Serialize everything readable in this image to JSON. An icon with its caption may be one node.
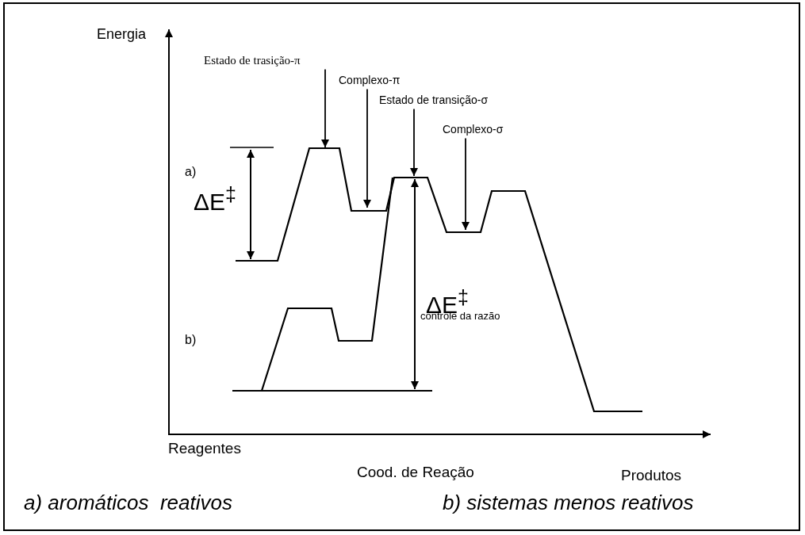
{
  "diagram": {
    "nodes": [
      {
        "text": [
          "Estado de trasição-π"
        ]
      },
      {
        "text": [
          "Complexo-π"
        ]
      },
      {
        "text": [
          "Estado de transição-σ"
        ]
      },
      {
        "text": [
          "Complexo-σ"
        ]
      }
    ],
    "edges": [
      {
        "from": 0,
        "to": null,
        "arrow": "to"
      },
      {
        "from": 1,
        "to": null,
        "arrow": "to"
      },
      {
        "from": 2,
        "to": null,
        "arrow": "to"
      },
      {
        "from": 3,
        "to": null,
        "arrow": "to"
      }
    ],
    "labels": [
      "Energia",
      "a)",
      "ΔE$^{‡}$",
      "b)",
      "ΔE$^{‡}$",
      "controle da razão",
      "Reagentes",
      "Produtos",
      "Cood. de Reação",
      "a) aromáticos  reativos",
      "b) sistemas menos reativos"
    ]
  }
}
